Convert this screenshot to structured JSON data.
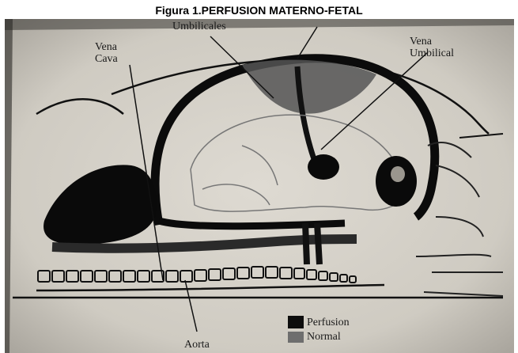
{
  "figure": {
    "title": "Figura 1.PERFUSION MATERNO-FETAL"
  },
  "labels": {
    "umbilicales": "Umbilicales",
    "vena_cava": [
      "Vena",
      "Cava"
    ],
    "vena_umbilical": [
      "Vena",
      "Umbilical"
    ],
    "aorta": "Aorta"
  },
  "legend": [
    {
      "label": "Perfusion",
      "color": "#0d0d0d"
    },
    {
      "label": "Normal",
      "color": "#6e6e6e"
    }
  ]
}
